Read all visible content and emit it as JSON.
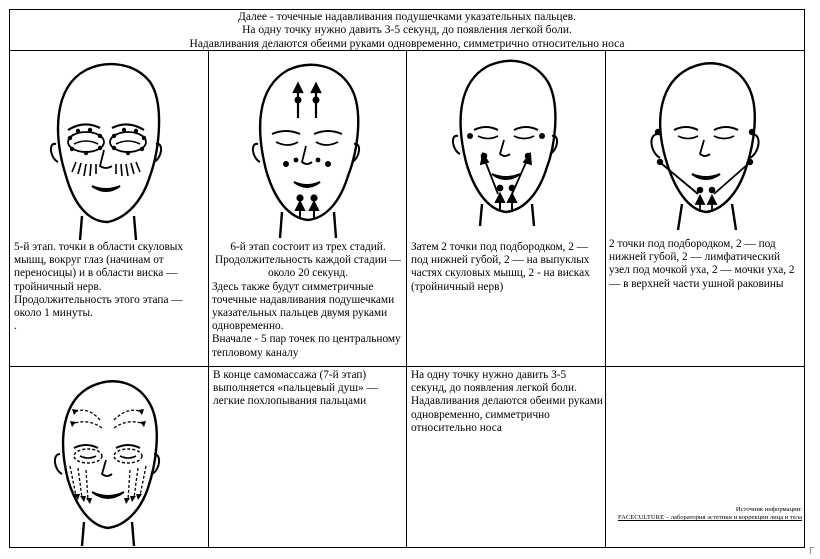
{
  "header": {
    "line1": "Далее - точечные надавливания подушечками указательных пальцев.",
    "line2": "На одну точку нужно давить 3-5 секунд, до появления легкой боли.",
    "line3": "Надавливания делаются обеими руками одновременно, симметрично относительно носа"
  },
  "row1": {
    "c1": {
      "p1": "5-й этап. точки в области скуловых мышц, вокруг глаз (начинам от переносицы) и в области виска — тройничный нерв.",
      "p2": "Продолжительность этого этапа — около 1 минуты.",
      "p3": "."
    },
    "c2": {
      "p1": "6-й этап состоит из трех стадий. Продолжительность каждой стадии — около 20 секунд.",
      "p2": "Здесь также будут симметричные точечные надавливания подушечками указательных пальцев двумя руками одновременно.",
      "p3": "Вначале - 5 пар точек по центральному тепловому каналу"
    },
    "c3": {
      "p1": "Затем 2 точки под подбородком, 2 — под нижней губой, 2 — на выпуклых частях скуловых мышц, 2 - на висках (тройничный нерв)"
    },
    "c4": {
      "p1": "2 точки под подбородком, 2 — под нижней губой, 2 — лимфатический узел под мочкой уха, 2 — мочки уха, 2 — в верхней части ушной раковины"
    }
  },
  "row2": {
    "c2": {
      "p1": "В конце самомассажа (7-й этап) выполняется «пальцевый душ» — легкие похлопывания пальцами"
    },
    "c3": {
      "p1": "На одну точку нужно давить 3-5 секунд, до появления легкой боли. Надавливания делаются обеими руками одновременно, симметрично относительно носа"
    },
    "c4": {
      "source_label": "Источник информации:",
      "source_link": "FACECULTURE – лаборатория эстетики и коррекции лица и тела"
    }
  },
  "corner_mark": "Г"
}
